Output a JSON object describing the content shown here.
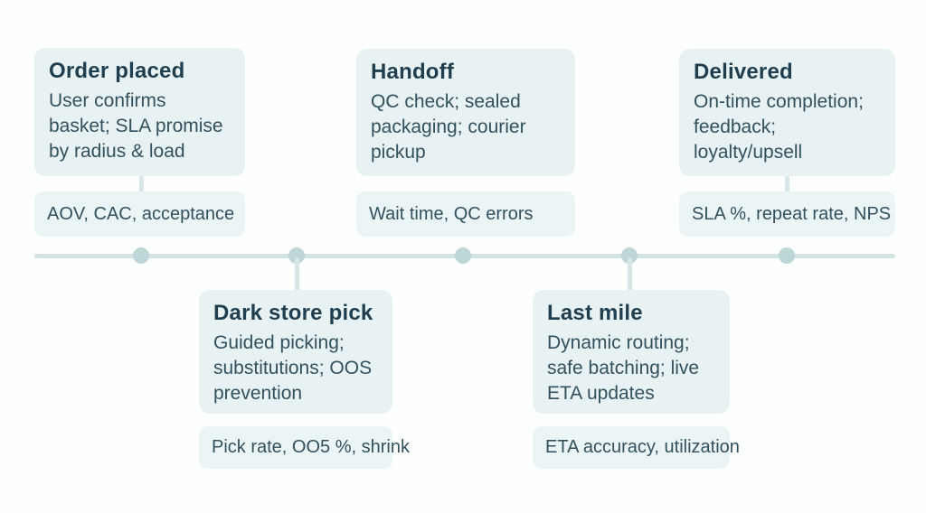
{
  "diagram_title": "",
  "colors": {
    "page-bg": "#fdfefe",
    "card-bg": "#e8f2f3",
    "chip-bg": "#ecf5f6",
    "title-color": "#1f3e4f",
    "body-color": "#32515f",
    "timeline-color": "#d3e3e3",
    "dot-color": "#bdd6d6",
    "stem-color": "#d7e7e7"
  },
  "stages": [
    {
      "title": "Order placed",
      "description": "User confirms basket; SLA promise by radius & load",
      "metrics": "AOV, CAC, acceptance",
      "row": "top"
    },
    {
      "title": "Handoff",
      "description": "QC check; sealed packaging; courier pickup",
      "metrics": "Wait time, QC errors",
      "row": "top"
    },
    {
      "title": "Delivered",
      "description": "On-time completion; feedback; loyalty/upsell",
      "metrics": "SLA %, repeat rate, NPS",
      "row": "top"
    },
    {
      "title": "Dark store pick",
      "description": "Guided picking; substitutions; OOS prevention",
      "metrics": "Pick rate, OO5 %, shrink",
      "row": "bottom"
    },
    {
      "title": "Last mile",
      "description": "Dynamic routing; safe batching; live ETA updates",
      "metrics": "ETA accuracy, utilization",
      "row": "bottom"
    }
  ],
  "timeline": {
    "dot_count": 5
  }
}
